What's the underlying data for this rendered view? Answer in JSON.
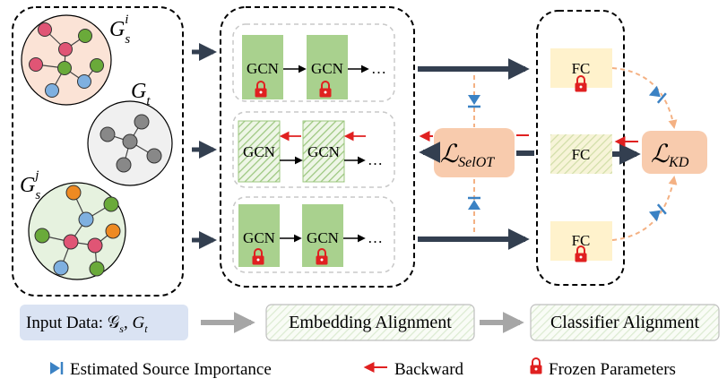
{
  "graph_labels": {
    "source_i_base": "G",
    "source_i_sub": "s",
    "source_i_sup": "i",
    "target_base": "G",
    "target_sub": "t",
    "source_j_base": "G",
    "source_j_sub": "s",
    "source_j_sup": "j"
  },
  "embedding": {
    "gcn_label": "GCN",
    "ellipsis": "…"
  },
  "loss_selot": {
    "script": "ℒ",
    "sub": "SelOT"
  },
  "loss_kd": {
    "script": "ℒ",
    "sub": "KD"
  },
  "classifier": {
    "fc_label": "FC"
  },
  "pipeline": {
    "input_label": "Input Data: 𝒢",
    "input_sub1": "s",
    "input_comma": ", ",
    "input_g2": "G",
    "input_sub2": "t",
    "embedding_alignment": "Embedding Alignment",
    "classifier_alignment": "Classifier Alignment"
  },
  "legend": {
    "importance": "Estimated Source Importance",
    "backward": "Backward",
    "frozen": "Frozen Parameters"
  },
  "colors": {
    "node_green": "#6aaa3a",
    "node_pink": "#e05575",
    "node_blue": "#7fb0e0",
    "node_orange": "#ee8a22",
    "node_gray": "#888888",
    "circle_pink_fill": "#fbe3d6",
    "circle_gray_fill": "#f0f0f0",
    "circle_green_fill": "#e6f2df",
    "gcn_green": "#a9d18e",
    "fc_fill": "#fff2cc",
    "loss_fill": "#f8cbad",
    "arrow_dark": "#333f50",
    "backward_red": "#e02020",
    "importance_blue": "#3b82c4",
    "pipeline_input_fill": "#dae3f3",
    "lock_red": "#e02020"
  }
}
